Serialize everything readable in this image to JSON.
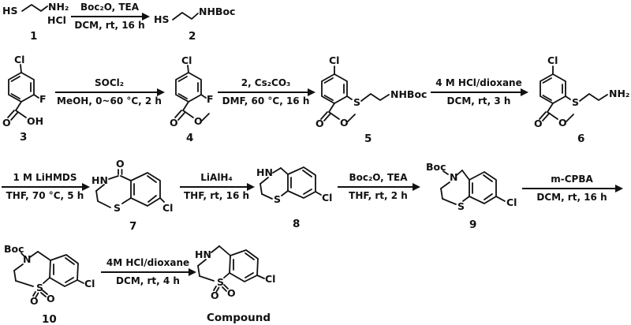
{
  "compounds": {
    "c1": {
      "hs": "HS",
      "amine": "NH₂",
      "salt": "HCl",
      "num": "1"
    },
    "c2": {
      "hs": "HS",
      "amide": "NHBoc",
      "num": "2"
    },
    "c3": {
      "cl": "Cl",
      "f": "F",
      "carbonyl_o": "O",
      "oh": "OH",
      "num": "3"
    },
    "c4": {
      "cl": "Cl",
      "f": "F",
      "carbonyl_o": "O",
      "ester_o": "O",
      "num": "4"
    },
    "c5": {
      "cl": "Cl",
      "s": "S",
      "amide": "NHBoc",
      "carbonyl_o": "O",
      "ester_o": "O",
      "num": "5"
    },
    "c6": {
      "cl": "Cl",
      "s": "S",
      "amine": "NH₂",
      "carbonyl_o": "O",
      "ester_o": "O",
      "num": "6"
    },
    "c7": {
      "carbonyl_o": "O",
      "hn": "HN",
      "s": "S",
      "cl": "Cl",
      "num": "7"
    },
    "c8": {
      "hn": "HN",
      "s": "S",
      "cl": "Cl",
      "num": "8"
    },
    "c9": {
      "boc": "Boc",
      "n": "N",
      "s": "S",
      "cl": "Cl",
      "num": "9"
    },
    "c10": {
      "boc": "Boc",
      "n": "N",
      "s": "S",
      "o1": "O",
      "o2": "O",
      "cl": "Cl",
      "num": "10"
    },
    "cf": {
      "hn": "HN",
      "s": "S",
      "o1": "O",
      "o2": "O",
      "cl": "Cl",
      "num": "Compound"
    }
  },
  "steps": {
    "s1": {
      "above": "Boc₂O, TEA",
      "below": "DCM, rt, 16 h"
    },
    "s2": {
      "above": "SOCl₂",
      "below": "MeOH, 0~60 °C, 2 h"
    },
    "s3": {
      "above": "2, Cs₂CO₃",
      "below": "DMF, 60 °C, 16 h"
    },
    "s4": {
      "above": "4 M HCl/dioxane",
      "below": "DCM, rt, 3 h"
    },
    "s5": {
      "above": "1 M LiHMDS",
      "below": "THF, 70 °C, 5 h"
    },
    "s6": {
      "above": "LiAlH₄",
      "below": "THF, rt, 16 h"
    },
    "s7": {
      "above": "Boc₂O, TEA",
      "below": "THF, rt, 2 h"
    },
    "s8": {
      "above": "m-CPBA",
      "below": "DCM, rt, 16 h"
    },
    "s9": {
      "above": "4M HCl/dioxane",
      "below": "DCM, rt, 4 h"
    }
  }
}
